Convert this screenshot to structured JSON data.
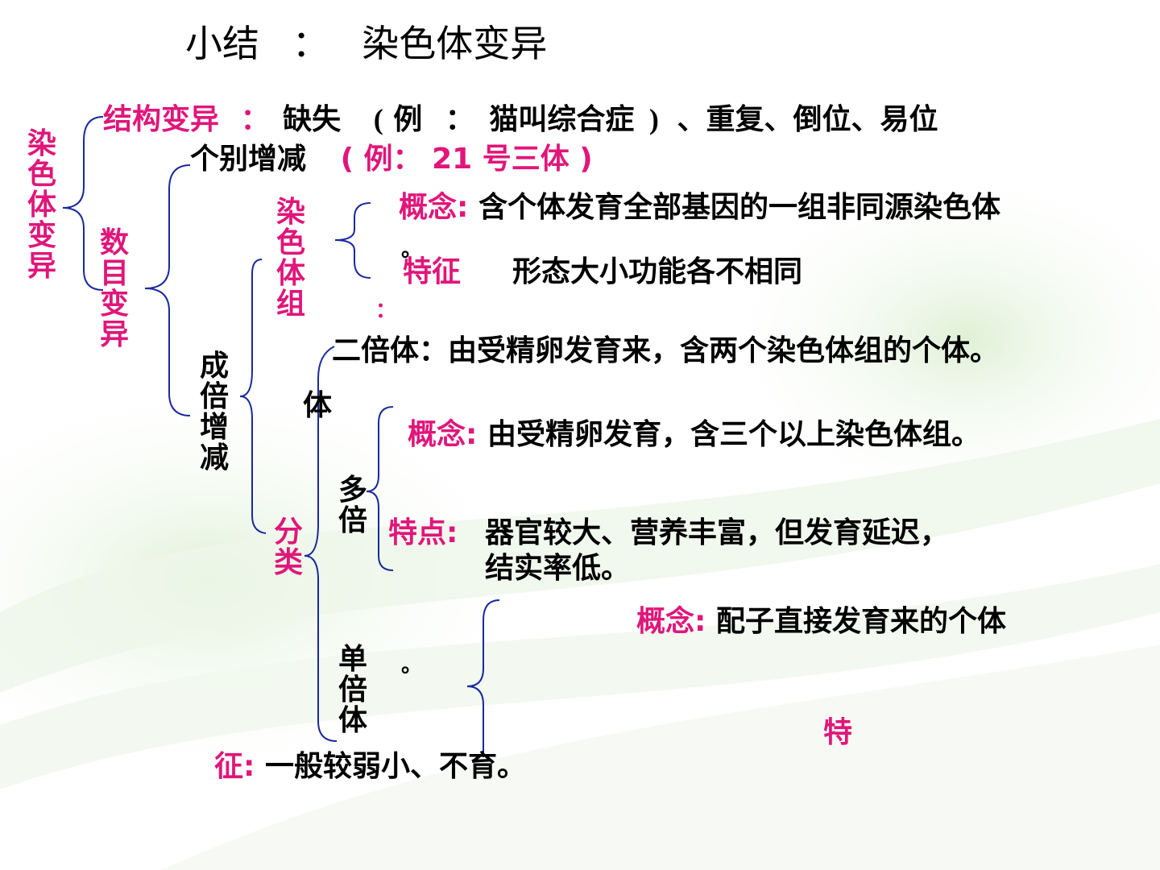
{
  "colors": {
    "accent": "#e0167a",
    "text": "#000000",
    "brace": "#1a2a9c",
    "background": "#ffffff"
  },
  "title": {
    "left": "小结",
    "sep": "：",
    "right": "染色体变异"
  },
  "root": {
    "label": "染色体变异"
  },
  "structural": {
    "label": "结构变异",
    "colon": "：",
    "text1": "缺失",
    "paren_open": "(",
    "example_word": "例",
    "colon2": "：",
    "example": "猫叫综合症",
    "paren_close": ")",
    "rest": "、重复、倒位、易位"
  },
  "numeric": {
    "label": "数目变异",
    "individual": {
      "label": "个别增减",
      "example": "( 例： 21 号三体 )"
    },
    "multiple": {
      "label": "成倍增减"
    }
  },
  "chromosome_set": {
    "label": "染色体组",
    "concept_label": "概念:",
    "concept_text": "含个体发育全部基因的一组非同源染色体",
    "concept_end": "。",
    "feature_label": "特征",
    "feature_colon": "：",
    "feature_text": "形态大小功能各不相同"
  },
  "classification": {
    "label": "分类",
    "diploid": {
      "text": "二倍体：由受精卵发育来，含两个染色体组的个体。"
    },
    "polyploid": {
      "prefix": "多倍",
      "suffix": "体",
      "concept_label": "概念:",
      "concept_text": "由受精卵发育，含三个以上染色体组。",
      "feature_label": "特点:",
      "feature_line1": "器官较大、营养丰富，但发育延迟，",
      "feature_line2": "结实率低。"
    },
    "haploid": {
      "label": "单倍体",
      "concept_label": "概念:",
      "concept_text": "配子直接发育来的个体",
      "concept_end": "。",
      "feature_label_a": "特",
      "feature_label_b": "征:",
      "feature_text": "一般较弱小、不育。"
    }
  }
}
